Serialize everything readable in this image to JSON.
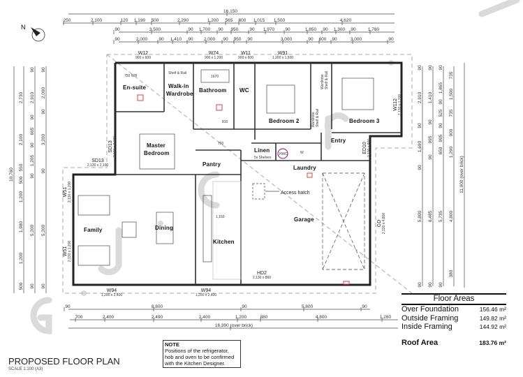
{
  "watermark": "G.J. Gardner.",
  "colors": {
    "wall": "#222222",
    "fixture_marker": "#e04040",
    "watermark": "#c8c8c8"
  },
  "dims": {
    "top": [
      [
        "16,150"
      ],
      [
        "250",
        "2,100",
        "120",
        "1,190",
        "500",
        "2,290",
        "1,200",
        "565",
        "600",
        "1,015",
        "1,500",
        "4,620"
      ],
      [
        "90",
        "3,500",
        "90",
        "1,700",
        "90",
        "950",
        "90",
        "1,970",
        "90",
        "1,850",
        "90",
        "1,300",
        "90",
        "1,780"
      ],
      [
        "90",
        "2,000",
        "90",
        "1,410",
        "90",
        "2,000",
        "90",
        "950",
        "90",
        "3,000",
        "90",
        "600",
        "90",
        "3,000",
        "90"
      ]
    ],
    "bottom": [
      [
        "90",
        "8,800",
        "90",
        "5,800",
        "90"
      ],
      [
        "700",
        "2,400",
        "2,490",
        "2,400",
        "1,200",
        "880",
        "4,800",
        "1,280"
      ],
      [
        "16,390 (over brick)"
      ]
    ],
    "left": [
      [
        "10,760"
      ],
      [
        "2,730",
        "2,100",
        "550",
        "500",
        "1,200",
        "1,980",
        "1,200",
        "500"
      ],
      [
        "90",
        "2,910",
        "90",
        "665",
        "90",
        "1,205",
        "90",
        "5,200",
        "90"
      ],
      [
        "90",
        "2,000",
        "90",
        "3,200",
        "90",
        "5,200",
        "90"
      ]
    ],
    "right": [
      [
        "90",
        "2,910",
        "90",
        "1,690",
        "90",
        "5,800",
        "90"
      ],
      [
        "90",
        "1,410",
        "90",
        "995",
        "90",
        "6,485",
        "90"
      ],
      [
        "90",
        "1,865",
        "90",
        "525",
        "90",
        "995",
        "650",
        "5,735",
        "90"
      ],
      [
        "735",
        "1,500",
        "735",
        "900",
        "1,290",
        "4,800",
        "380"
      ],
      [
        "11,000 (over brick)"
      ]
    ]
  },
  "rooms": {
    "ensuite": "En-suite",
    "walkin1": "Walk-in",
    "walkin2": "Wardrobe",
    "bathroom": "Bathroom",
    "wc": "WC",
    "bed2": "Bedroom 2",
    "bed3": "Bedroom 3",
    "master1": "Master",
    "master2": "Bedroom",
    "entry": "Entry",
    "linen": "Linen",
    "linen_sub": "5x Shelves",
    "laundry": "Laundry",
    "pantry": "Pantry",
    "family": "Family",
    "dining": "Dining",
    "kitchen": "Kitchen",
    "garage": "Garage",
    "hwc": "HWC"
  },
  "labels": {
    "shelf_rail": "Shelf & Rail",
    "wardrobe_a": "Wardrobe",
    "wardrobe_a_sub": "Shelf & Rail",
    "wardrobe_b": "Wardrobe",
    "wardrobe_b_sub": "Shelf & Rail",
    "vanity": "750 WH",
    "bath": "1670",
    "bench": "1,150",
    "access_hatch": "Access hatch",
    "w": "W",
    "door_760": "760",
    "door_810": "810"
  },
  "windows": [
    {
      "id": "W12",
      "size": "900 x 600"
    },
    {
      "id": "W74",
      "size": "900 x 1,200"
    },
    {
      "id": "W11",
      "size": "900 x 600"
    },
    {
      "id": "W91",
      "size": "1,200 x 1,500"
    },
    {
      "id": "W112",
      "size": "2,130 x 1,200"
    },
    {
      "id": "SD13",
      "size": "2,130 x 2,100"
    },
    {
      "id": "SD13",
      "size": "2,130 x 2,100"
    },
    {
      "id": "W51",
      "size": "2,130 x 1,200"
    },
    {
      "id": "W51",
      "size": "2,130 x 1,200"
    },
    {
      "id": "W94",
      "size": "1,200 x 2,400"
    },
    {
      "id": "W94",
      "size": "1,200 x 2,400"
    },
    {
      "id": "HD2",
      "size": "2,130 x 860"
    },
    {
      "id": "ED10",
      "size": "2,130 x 900"
    },
    {
      "id": "GD",
      "size": "2,130 x 4,800"
    }
  ],
  "floor_areas": {
    "title": "Floor Areas",
    "rows": [
      {
        "label": "Over Foundation",
        "value": "156.46 m²"
      },
      {
        "label": "Outside Framing",
        "value": "149.82 m²"
      },
      {
        "label": "Inside Framing",
        "value": "144.92 m²"
      }
    ],
    "roof": {
      "label": "Roof Area",
      "value": "183.76 m²"
    }
  },
  "note": {
    "title": "NOTE",
    "text": "Positions of the refrigerator, hob and oven to be confirmed with the Kitchen Designer."
  },
  "title": "PROPOSED FLOOR PLAN",
  "scale": "SCALE 1:100 (A3)",
  "north": "N"
}
